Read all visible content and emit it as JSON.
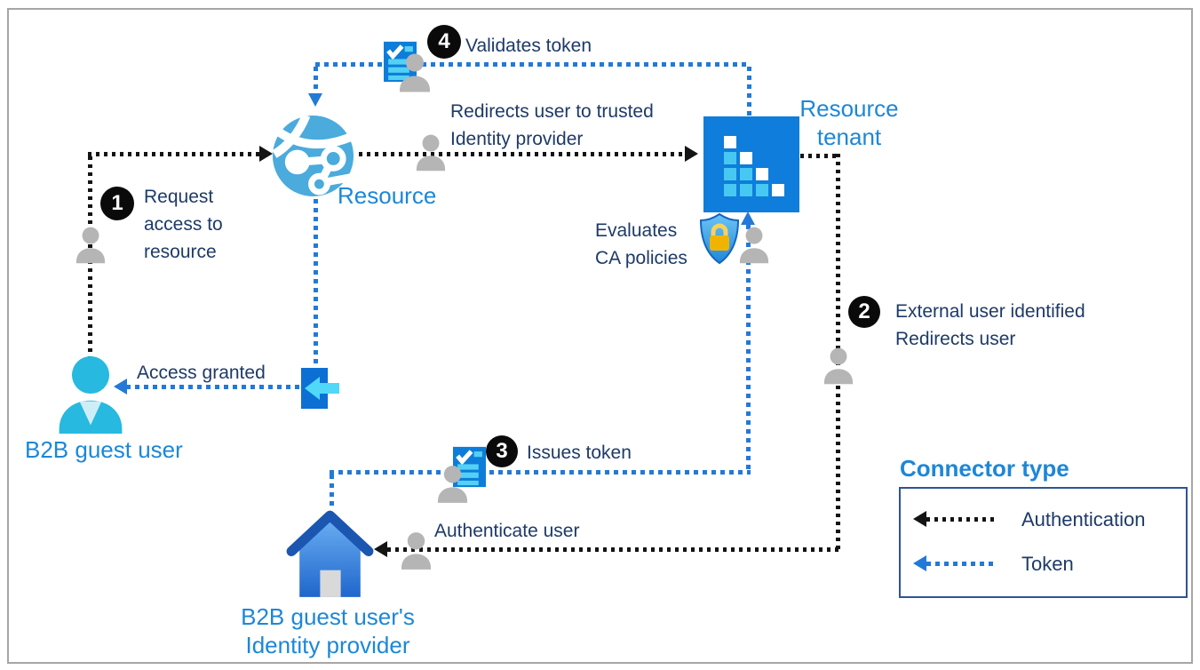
{
  "nodes": {
    "resource": {
      "label": "Resource"
    },
    "resource_tenant": {
      "lines": [
        "Resource",
        "tenant"
      ]
    },
    "guest_user": {
      "label": "B2B guest user"
    },
    "identity_provider": {
      "lines": [
        "B2B guest user's",
        "Identity provider"
      ]
    }
  },
  "steps": [
    {
      "number": "1",
      "lines": [
        "Request",
        "access to",
        "resource"
      ]
    },
    {
      "number": "2",
      "lines": [
        "External user identified",
        "Redirects user"
      ]
    },
    {
      "number": "3",
      "lines": [
        "Issues token"
      ]
    },
    {
      "number": "4",
      "lines": [
        "Validates token"
      ]
    }
  ],
  "annotations": {
    "redirects": {
      "lines": [
        "Redirects user to trusted",
        "Identity provider"
      ]
    },
    "evaluates": {
      "lines": [
        "Evaluates",
        "CA policies"
      ]
    },
    "access_granted": "Access granted",
    "authenticate_user": "Authenticate user"
  },
  "legend": {
    "title": "Connector type",
    "items": [
      {
        "label": "Authentication",
        "connector": "black-dotted-arrow",
        "color": "#141414"
      },
      {
        "label": "Token",
        "connector": "blue-dotted-arrow",
        "color": "#2379d8"
      }
    ]
  },
  "colors": {
    "entity_label": "#1c87d8",
    "annotation_text": "#1d3a68",
    "auth_connector": "#141414",
    "token_connector": "#2379d8",
    "tenant_tile": "#0e7ddb",
    "tile_square_cyan": "#47c8f2",
    "person_gray": "#b5b5b5",
    "guest_user_cyan": "#27b9e0",
    "legend_border": "#2f5496",
    "badge_bg": "#0a0a0a",
    "badge_text": "#ffffff"
  }
}
